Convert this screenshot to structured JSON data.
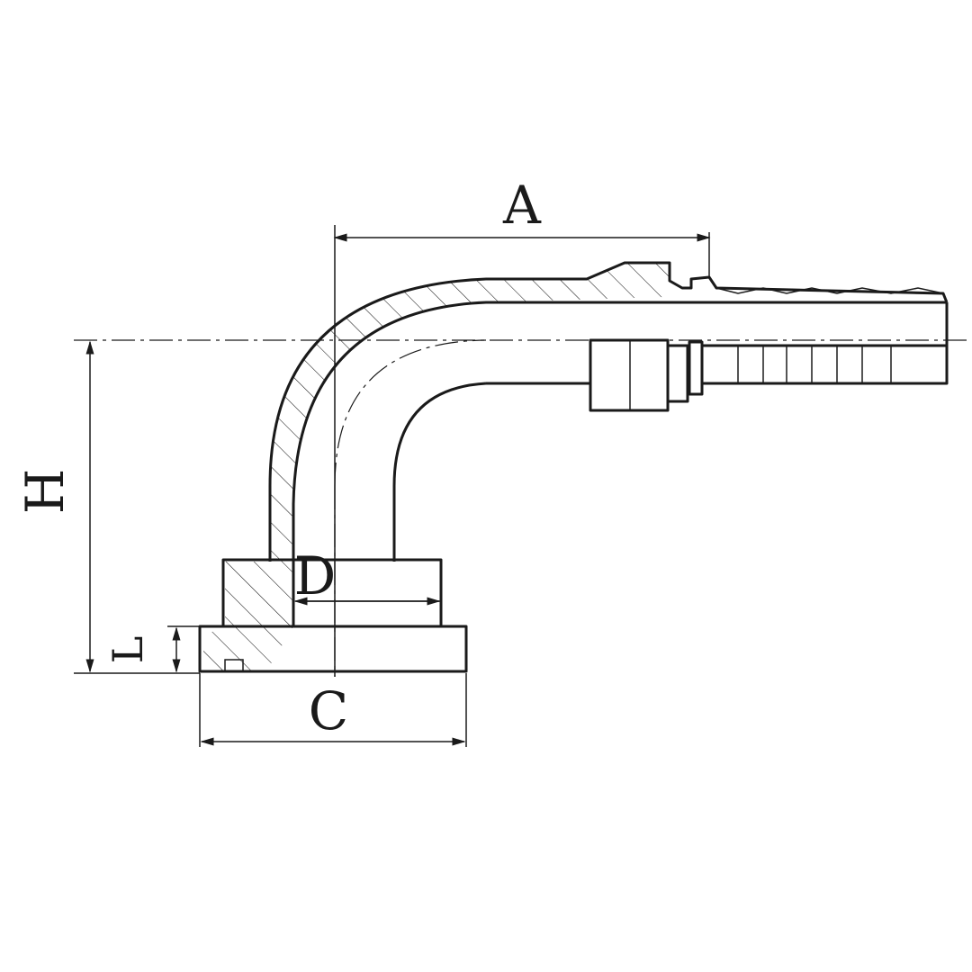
{
  "diagram": {
    "dimension_labels": {
      "A": "A",
      "H": "H",
      "D": "D",
      "L": "L",
      "C": "C"
    }
  }
}
